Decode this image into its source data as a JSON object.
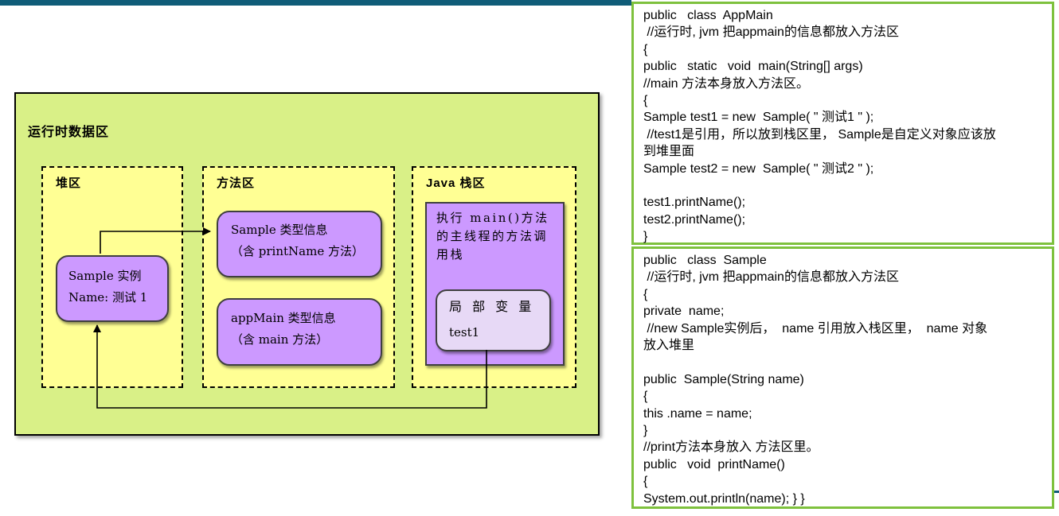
{
  "page": {
    "colors": {
      "top_bar": "#0f5c78",
      "diagram_fill": "#d9f087",
      "area_fill": "#ffff94",
      "box_purple": "#cc99ff",
      "box_light_purple": "#e7d9f6",
      "code_border_green": "#7ec13d"
    }
  },
  "diagram": {
    "title": "运行时数据区",
    "areas": {
      "heap_label": "堆区",
      "method_label": "方法区",
      "stack_label": "Java 栈区"
    },
    "heap_instance_box": {
      "line1": "Sample 实例",
      "line2": "Name: 测试 1"
    },
    "sample_type_box": {
      "line1": "Sample 类型信息",
      "line2": "（含 printName 方法）"
    },
    "appmain_type_box": {
      "line1": "appMain 类型信息",
      "line2": "（含 main 方法）"
    },
    "main_stack_box": {
      "text": "执行 main()方法的主线程的方法调用栈"
    },
    "local_vars_box": {
      "line1": "局 部 变 量",
      "line2": "test1"
    }
  },
  "code_blocks": [
    {
      "name": "AppMain",
      "lines": [
        "public   class  AppMain",
        " //运行时, jvm 把appmain的信息都放入方法区",
        "{",
        "public   static   void  main(String[] args)",
        "//main 方法本身放入方法区。",
        "{",
        "Sample test1 = new  Sample( \" 测试1 \" );",
        " //test1是引用，所以放到栈区里， Sample是自定义对象应该放",
        "到堆里面",
        "Sample test2 = new  Sample( \" 测试2 \" );",
        "",
        "test1.printName();",
        "test2.printName();",
        "}"
      ]
    },
    {
      "name": "Sample",
      "lines": [
        "public   class  Sample",
        " //运行时, jvm 把appmain的信息都放入方法区",
        "{",
        "private  name;",
        " //new Sample实例后，  name 引用放入栈区里，  name 对象",
        "放入堆里",
        "",
        "public  Sample(String name)",
        "{",
        "this .name = name;",
        "}",
        "//print方法本身放入 方法区里。",
        "public   void  printName()",
        "{",
        "System.out.println(name); } }"
      ]
    }
  ]
}
